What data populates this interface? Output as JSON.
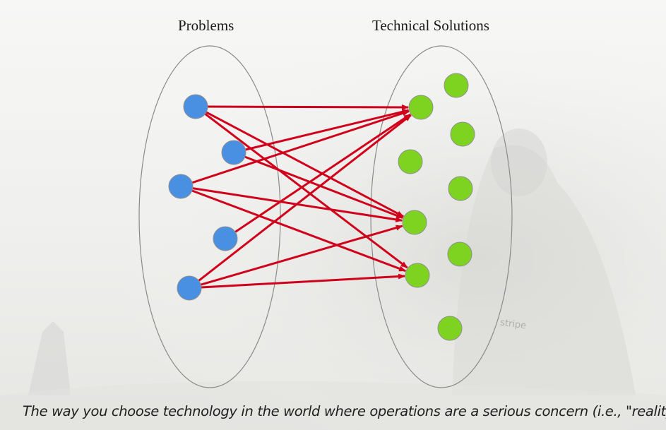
{
  "headings": {
    "problems": "Problems",
    "solutions": "Technical Solutions"
  },
  "caption": "The way you choose technology in the world where operations are a serious concern (i.e., \"reality\").",
  "background_watermark": "stripe",
  "colors": {
    "problem_node": "#4a90e2",
    "solution_node": "#7ed321",
    "arrow": "#d0021b",
    "ellipse_stroke": "#8a8a8a"
  },
  "problems": [
    "p1",
    "p2",
    "p3",
    "p4",
    "p5"
  ],
  "solutions": [
    "s1",
    "s2",
    "s3",
    "s4",
    "s5",
    "s6",
    "s7",
    "s8",
    "s9"
  ],
  "links": [
    [
      "p1",
      "s1"
    ],
    [
      "p1",
      "s3"
    ],
    [
      "p1",
      "s4"
    ],
    [
      "p2",
      "s1"
    ],
    [
      "p2",
      "s3"
    ],
    [
      "p3",
      "s1"
    ],
    [
      "p3",
      "s3"
    ],
    [
      "p3",
      "s4"
    ],
    [
      "p4",
      "s1"
    ],
    [
      "p5",
      "s1"
    ],
    [
      "p5",
      "s3"
    ],
    [
      "p5",
      "s4"
    ]
  ]
}
